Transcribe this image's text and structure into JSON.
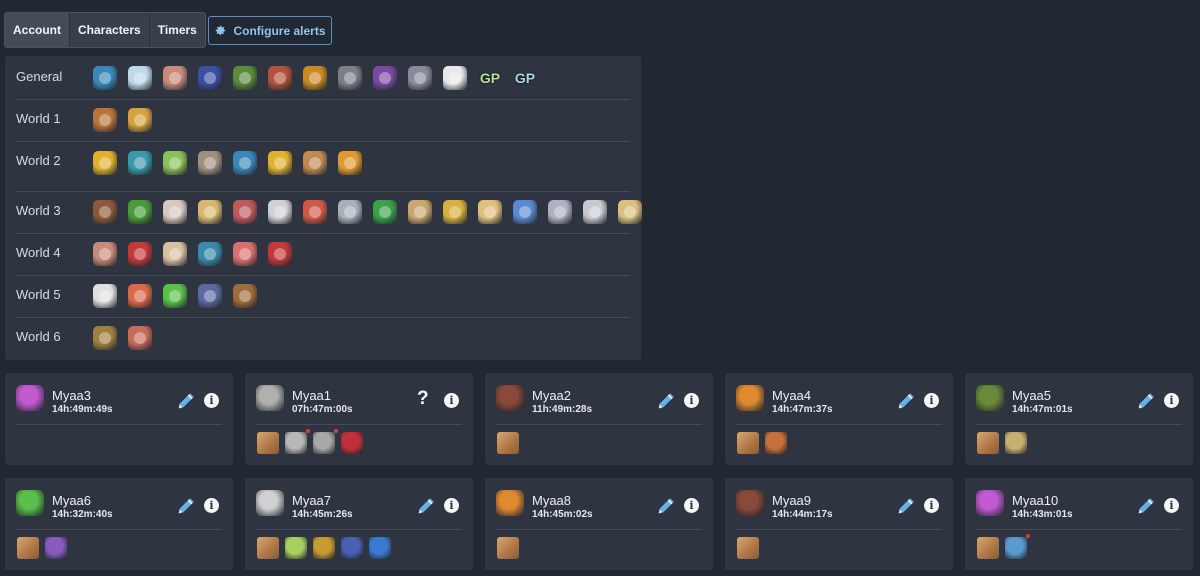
{
  "tabs": [
    {
      "label": "Account",
      "active": true
    },
    {
      "label": "Characters",
      "active": false
    },
    {
      "label": "Timers",
      "active": false
    }
  ],
  "configure_button": {
    "label": "Configure alerts",
    "icon": "gear-icon",
    "color": "#8fc3ee"
  },
  "general_panel": {
    "rows": [
      {
        "label": "General",
        "icons": [
          {
            "name": "snowflake-icon",
            "color": "#3a87b8"
          },
          {
            "name": "yeti-icon",
            "color": "#bcd8ea"
          },
          {
            "name": "shell-icon",
            "color": "#c88b7a"
          },
          {
            "name": "cannon-icon",
            "color": "#3c4fa0"
          },
          {
            "name": "tree-monster-icon",
            "color": "#5a8a3a"
          },
          {
            "name": "warrior-icon",
            "color": "#b0533a"
          },
          {
            "name": "golden-pig-icon",
            "color": "#c98a26"
          },
          {
            "name": "skull-mask-icon",
            "color": "#7c7f86"
          },
          {
            "name": "purple-demon-icon",
            "color": "#7a4aa0"
          },
          {
            "name": "shark-fin-icon",
            "color": "#8a8a9a"
          },
          {
            "name": "triangle-spike-icon",
            "color": "#e8e8e8"
          },
          {
            "name": "gp-icon",
            "text": "GP",
            "color": "#b6e0a0"
          },
          {
            "name": "gp-icon",
            "text": "GP",
            "color": "#a6d6e0"
          }
        ]
      },
      {
        "label": "World 1",
        "icons": [
          {
            "name": "frying-pan-icon",
            "color": "#b8743a"
          },
          {
            "name": "sun-cloud-icon",
            "color": "#d4a240"
          }
        ]
      },
      {
        "label": "World 2",
        "icons": [
          {
            "name": "golden-fish-icon",
            "color": "#e0b030"
          },
          {
            "name": "eye-orb-icon",
            "color": "#3a9aaa"
          },
          {
            "name": "bottle-icon",
            "color": "#8ac05a"
          },
          {
            "name": "bird-icon",
            "color": "#a09080"
          },
          {
            "name": "snowflake-icon",
            "color": "#3a87b8"
          },
          {
            "name": "trophy-icon",
            "color": "#e0b030"
          },
          {
            "name": "crate-icon",
            "color": "#c08a52"
          },
          {
            "name": "compass-icon",
            "color": "#e09a30"
          }
        ]
      },
      {
        "label": "World 3",
        "icons": [
          {
            "name": "cabinet-icon",
            "color": "#8a5a3a"
          },
          {
            "name": "pine-tree-icon",
            "color": "#4a9a3a"
          },
          {
            "name": "cloud-pile-icon",
            "color": "#d8c8c0"
          },
          {
            "name": "cloud-key-icon",
            "color": "#d8b870"
          },
          {
            "name": "cloud-red-icon",
            "color": "#c05a5a"
          },
          {
            "name": "cloud-needle-icon",
            "color": "#d0d0d8"
          },
          {
            "name": "cloud-heart-icon",
            "color": "#d05a4a"
          },
          {
            "name": "cloud-gray-icon",
            "color": "#a8b0b8"
          },
          {
            "name": "emerald-icon",
            "color": "#3aa04a"
          },
          {
            "name": "scroll-icon",
            "color": "#c8a870"
          },
          {
            "name": "cloud-bee-icon",
            "color": "#d8b040"
          },
          {
            "name": "cake-icon",
            "color": "#e0c080"
          },
          {
            "name": "cloud-blue-icon",
            "color": "#5a8ad0"
          },
          {
            "name": "cloud-sword-icon",
            "color": "#b0b0c0"
          },
          {
            "name": "cloud-hook-icon",
            "color": "#c8c8d0"
          },
          {
            "name": "cloud-wand-icon",
            "color": "#d8c080"
          }
        ]
      },
      {
        "label": "World 4",
        "icons": [
          {
            "name": "ham-icon",
            "color": "#c88a7a"
          },
          {
            "name": "red-warrior-icon",
            "color": "#c03a3a"
          },
          {
            "name": "egg-icon",
            "color": "#d8c0a0"
          },
          {
            "name": "blue-creature-icon",
            "color": "#3a8aaa"
          },
          {
            "name": "whale-icon",
            "color": "#d87070"
          },
          {
            "name": "red-potion-icon",
            "color": "#c03a3a"
          }
        ]
      },
      {
        "label": "World 5",
        "icons": [
          {
            "name": "cube-icon",
            "color": "#e0e0e0"
          },
          {
            "name": "squirrel-icon",
            "color": "#d86a4a"
          },
          {
            "name": "green-figure-icon",
            "color": "#5ac04a"
          },
          {
            "name": "knight-icon",
            "color": "#5a6aa0"
          },
          {
            "name": "anvil-icon",
            "color": "#a06a3a"
          }
        ]
      },
      {
        "label": "World 6",
        "icons": [
          {
            "name": "snail-icon",
            "color": "#a08040"
          },
          {
            "name": "plant-pot-icon",
            "color": "#c86a5a"
          }
        ]
      }
    ]
  },
  "characters": [
    {
      "name": "Myaa3",
      "timer": "14h:49m:49s",
      "action": "edit",
      "avatar_color": "#c25ad0",
      "items": []
    },
    {
      "name": "Myaa1",
      "timer": "07h:47m:00s",
      "action": "question",
      "question_text": "?",
      "avatar_color": "#b0b0b0",
      "items": [
        {
          "name": "box-icon",
          "type": "box",
          "color": "#c08a52",
          "dot": false
        },
        {
          "name": "gear-spin-icon",
          "type": "icon",
          "color": "#b8b8b8",
          "dot": true
        },
        {
          "name": "gear-spin-icon",
          "type": "icon",
          "color": "#a8a8a8",
          "dot": true
        },
        {
          "name": "heart-card-icon",
          "type": "icon",
          "color": "#c0303a",
          "dot": false
        }
      ]
    },
    {
      "name": "Myaa2",
      "timer": "11h:49m:28s",
      "action": "edit",
      "avatar_color": "#8a4a3a",
      "items": [
        {
          "name": "box-icon",
          "type": "box",
          "color": "#c08a52",
          "dot": false
        }
      ]
    },
    {
      "name": "Myaa4",
      "timer": "14h:47m:37s",
      "action": "edit",
      "avatar_color": "#e08a30",
      "items": [
        {
          "name": "box-icon",
          "type": "box",
          "color": "#c08a52",
          "dot": false
        },
        {
          "name": "meat-icon",
          "type": "icon",
          "color": "#c8703a",
          "dot": false
        }
      ]
    },
    {
      "name": "Myaa5",
      "timer": "14h:47m:01s",
      "action": "edit",
      "avatar_color": "#6a8a3a",
      "items": [
        {
          "name": "box-icon",
          "type": "box",
          "color": "#c08a52",
          "dot": false
        },
        {
          "name": "pillar-icon",
          "type": "icon",
          "color": "#c8b070",
          "dot": false
        }
      ]
    },
    {
      "name": "Myaa6",
      "timer": "14h:32m:40s",
      "action": "edit",
      "avatar_color": "#5ac04a",
      "items": [
        {
          "name": "box-icon",
          "type": "box",
          "color": "#c08a52",
          "dot": false
        },
        {
          "name": "skull-card-icon",
          "type": "icon",
          "color": "#8a5ac0",
          "dot": false
        }
      ]
    },
    {
      "name": "Myaa7",
      "timer": "14h:45m:26s",
      "action": "edit",
      "avatar_color": "#d0d0d0",
      "items": [
        {
          "name": "box-icon",
          "type": "box",
          "color": "#c08a52",
          "dot": false
        },
        {
          "name": "bone-icon",
          "type": "icon",
          "color": "#a8d060",
          "dot": false
        },
        {
          "name": "gold-card-icon",
          "type": "icon",
          "color": "#c89a30",
          "dot": false
        },
        {
          "name": "crystal-card-icon",
          "type": "icon",
          "color": "#4a60b0",
          "dot": false
        },
        {
          "name": "blue-gem-icon",
          "type": "icon",
          "color": "#3a7ad0",
          "dot": false
        }
      ]
    },
    {
      "name": "Myaa8",
      "timer": "14h:45m:02s",
      "action": "edit",
      "avatar_color": "#e08a30",
      "items": [
        {
          "name": "box-icon",
          "type": "box",
          "color": "#c08a52",
          "dot": false
        }
      ]
    },
    {
      "name": "Myaa9",
      "timer": "14h:44m:17s",
      "action": "edit",
      "avatar_color": "#8a4a3a",
      "items": [
        {
          "name": "box-icon",
          "type": "box",
          "color": "#c08a52",
          "dot": false
        }
      ]
    },
    {
      "name": "Myaa10",
      "timer": "14h:43m:01s",
      "action": "edit",
      "avatar_color": "#c25ad0",
      "items": [
        {
          "name": "box-icon",
          "type": "box",
          "color": "#c08a52",
          "dot": false
        },
        {
          "name": "spear-icon",
          "type": "icon",
          "color": "#5a9ad0",
          "dot": true
        }
      ]
    }
  ],
  "info_text": "i",
  "colors": {
    "background": "#222831",
    "panel": "#2f3540",
    "accent": "#8fc3ee",
    "edit": "#6aaee6",
    "alert_dot": "#e53935"
  }
}
